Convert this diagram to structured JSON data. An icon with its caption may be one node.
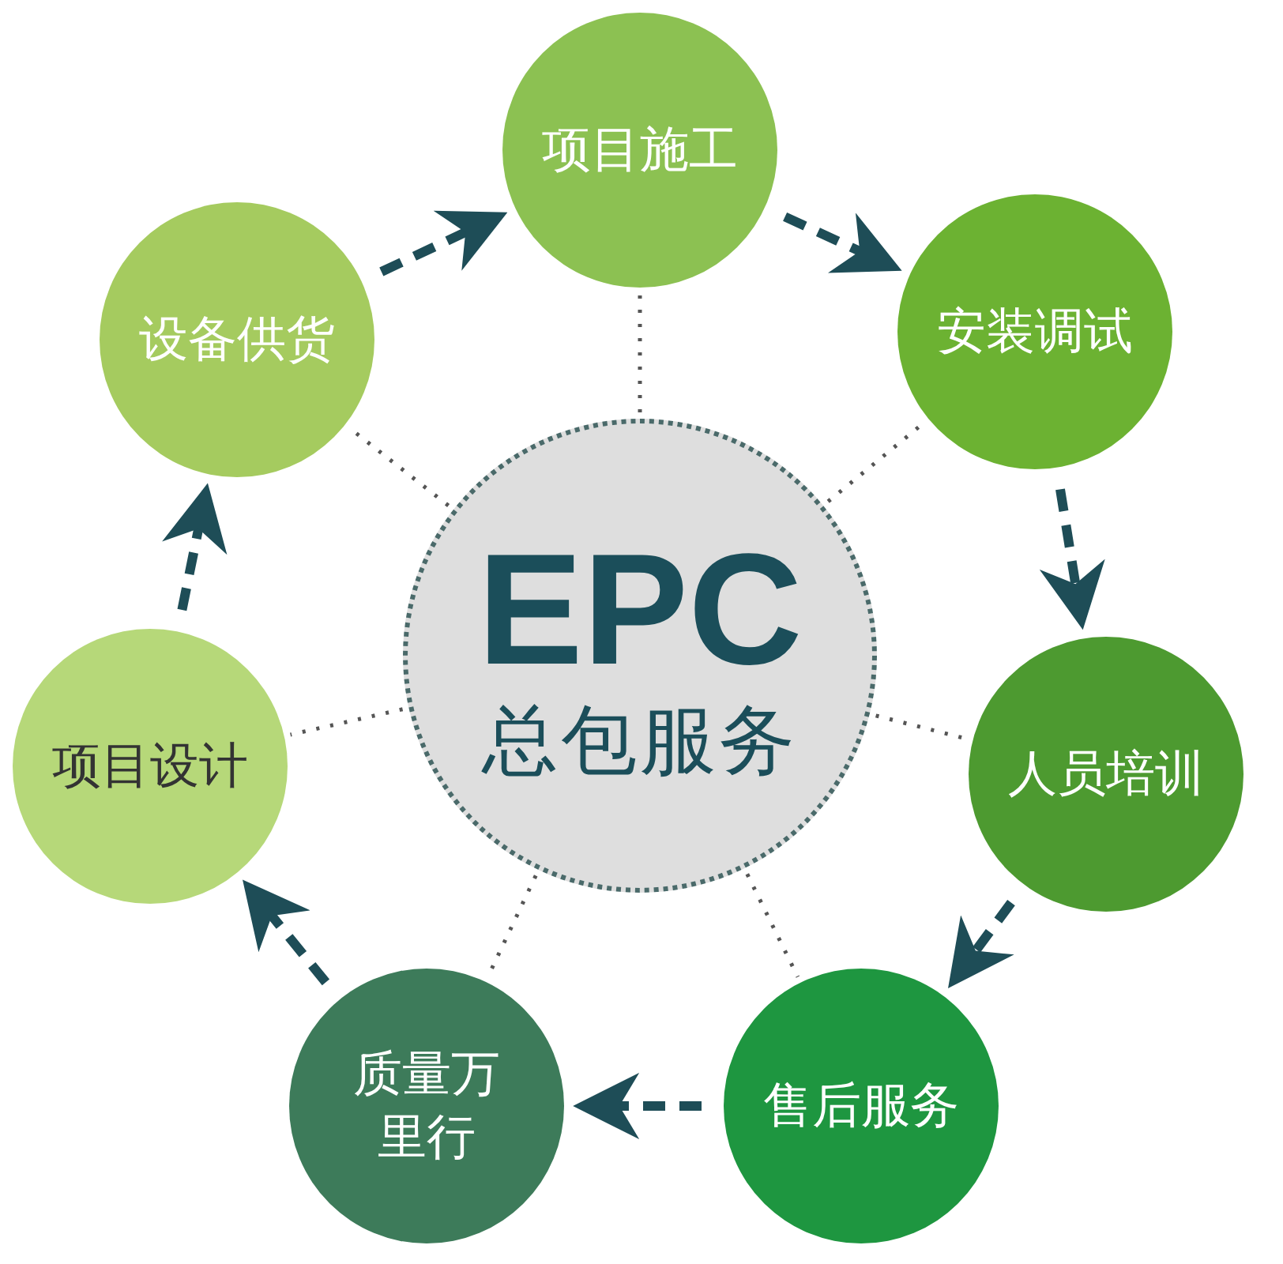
{
  "diagram": {
    "nodes": [
      {
        "text": [
          "EPC",
          "总包服务"
        ]
      },
      {
        "text": [
          "项目施工"
        ]
      },
      {
        "text": [
          "安装调试"
        ]
      },
      {
        "text": [
          "人员培训"
        ]
      },
      {
        "text": [
          "售后服务"
        ]
      },
      {
        "text": [
          "质量万里行"
        ]
      },
      {
        "text": [
          "项目设计"
        ]
      },
      {
        "text": [
          "设备供货"
        ]
      }
    ],
    "edges": [
      {
        "from": 6,
        "to": 7,
        "arrow": "to",
        "style": "dashed"
      },
      {
        "from": 7,
        "to": 1,
        "arrow": "to",
        "style": "dashed"
      },
      {
        "from": 1,
        "to": 2,
        "arrow": "to",
        "style": "dashed"
      },
      {
        "from": 2,
        "to": 3,
        "arrow": "to",
        "style": "dashed"
      },
      {
        "from": 3,
        "to": 4,
        "arrow": "to",
        "style": "dashed"
      },
      {
        "from": 4,
        "to": 5,
        "arrow": "to",
        "style": "dashed"
      },
      {
        "from": 5,
        "to": 6,
        "arrow": "to",
        "style": "dashed"
      },
      {
        "from": 0,
        "to": 1,
        "arrow": "none",
        "style": "dashed",
        "color": "#555555"
      },
      {
        "from": 0,
        "to": 2,
        "arrow": "none",
        "style": "dashed",
        "color": "#555555"
      },
      {
        "from": 0,
        "to": 3,
        "arrow": "none",
        "style": "dashed",
        "color": "#555555"
      },
      {
        "from": 0,
        "to": 4,
        "arrow": "none",
        "style": "dashed",
        "color": "#555555"
      },
      {
        "from": 0,
        "to": 5,
        "arrow": "none",
        "style": "dashed",
        "color": "#555555"
      },
      {
        "from": 0,
        "to": 6,
        "arrow": "none",
        "style": "dashed",
        "color": "#555555"
      },
      {
        "from": 0,
        "to": 7,
        "arrow": "none",
        "style": "dashed",
        "color": "#555555"
      }
    ]
  }
}
